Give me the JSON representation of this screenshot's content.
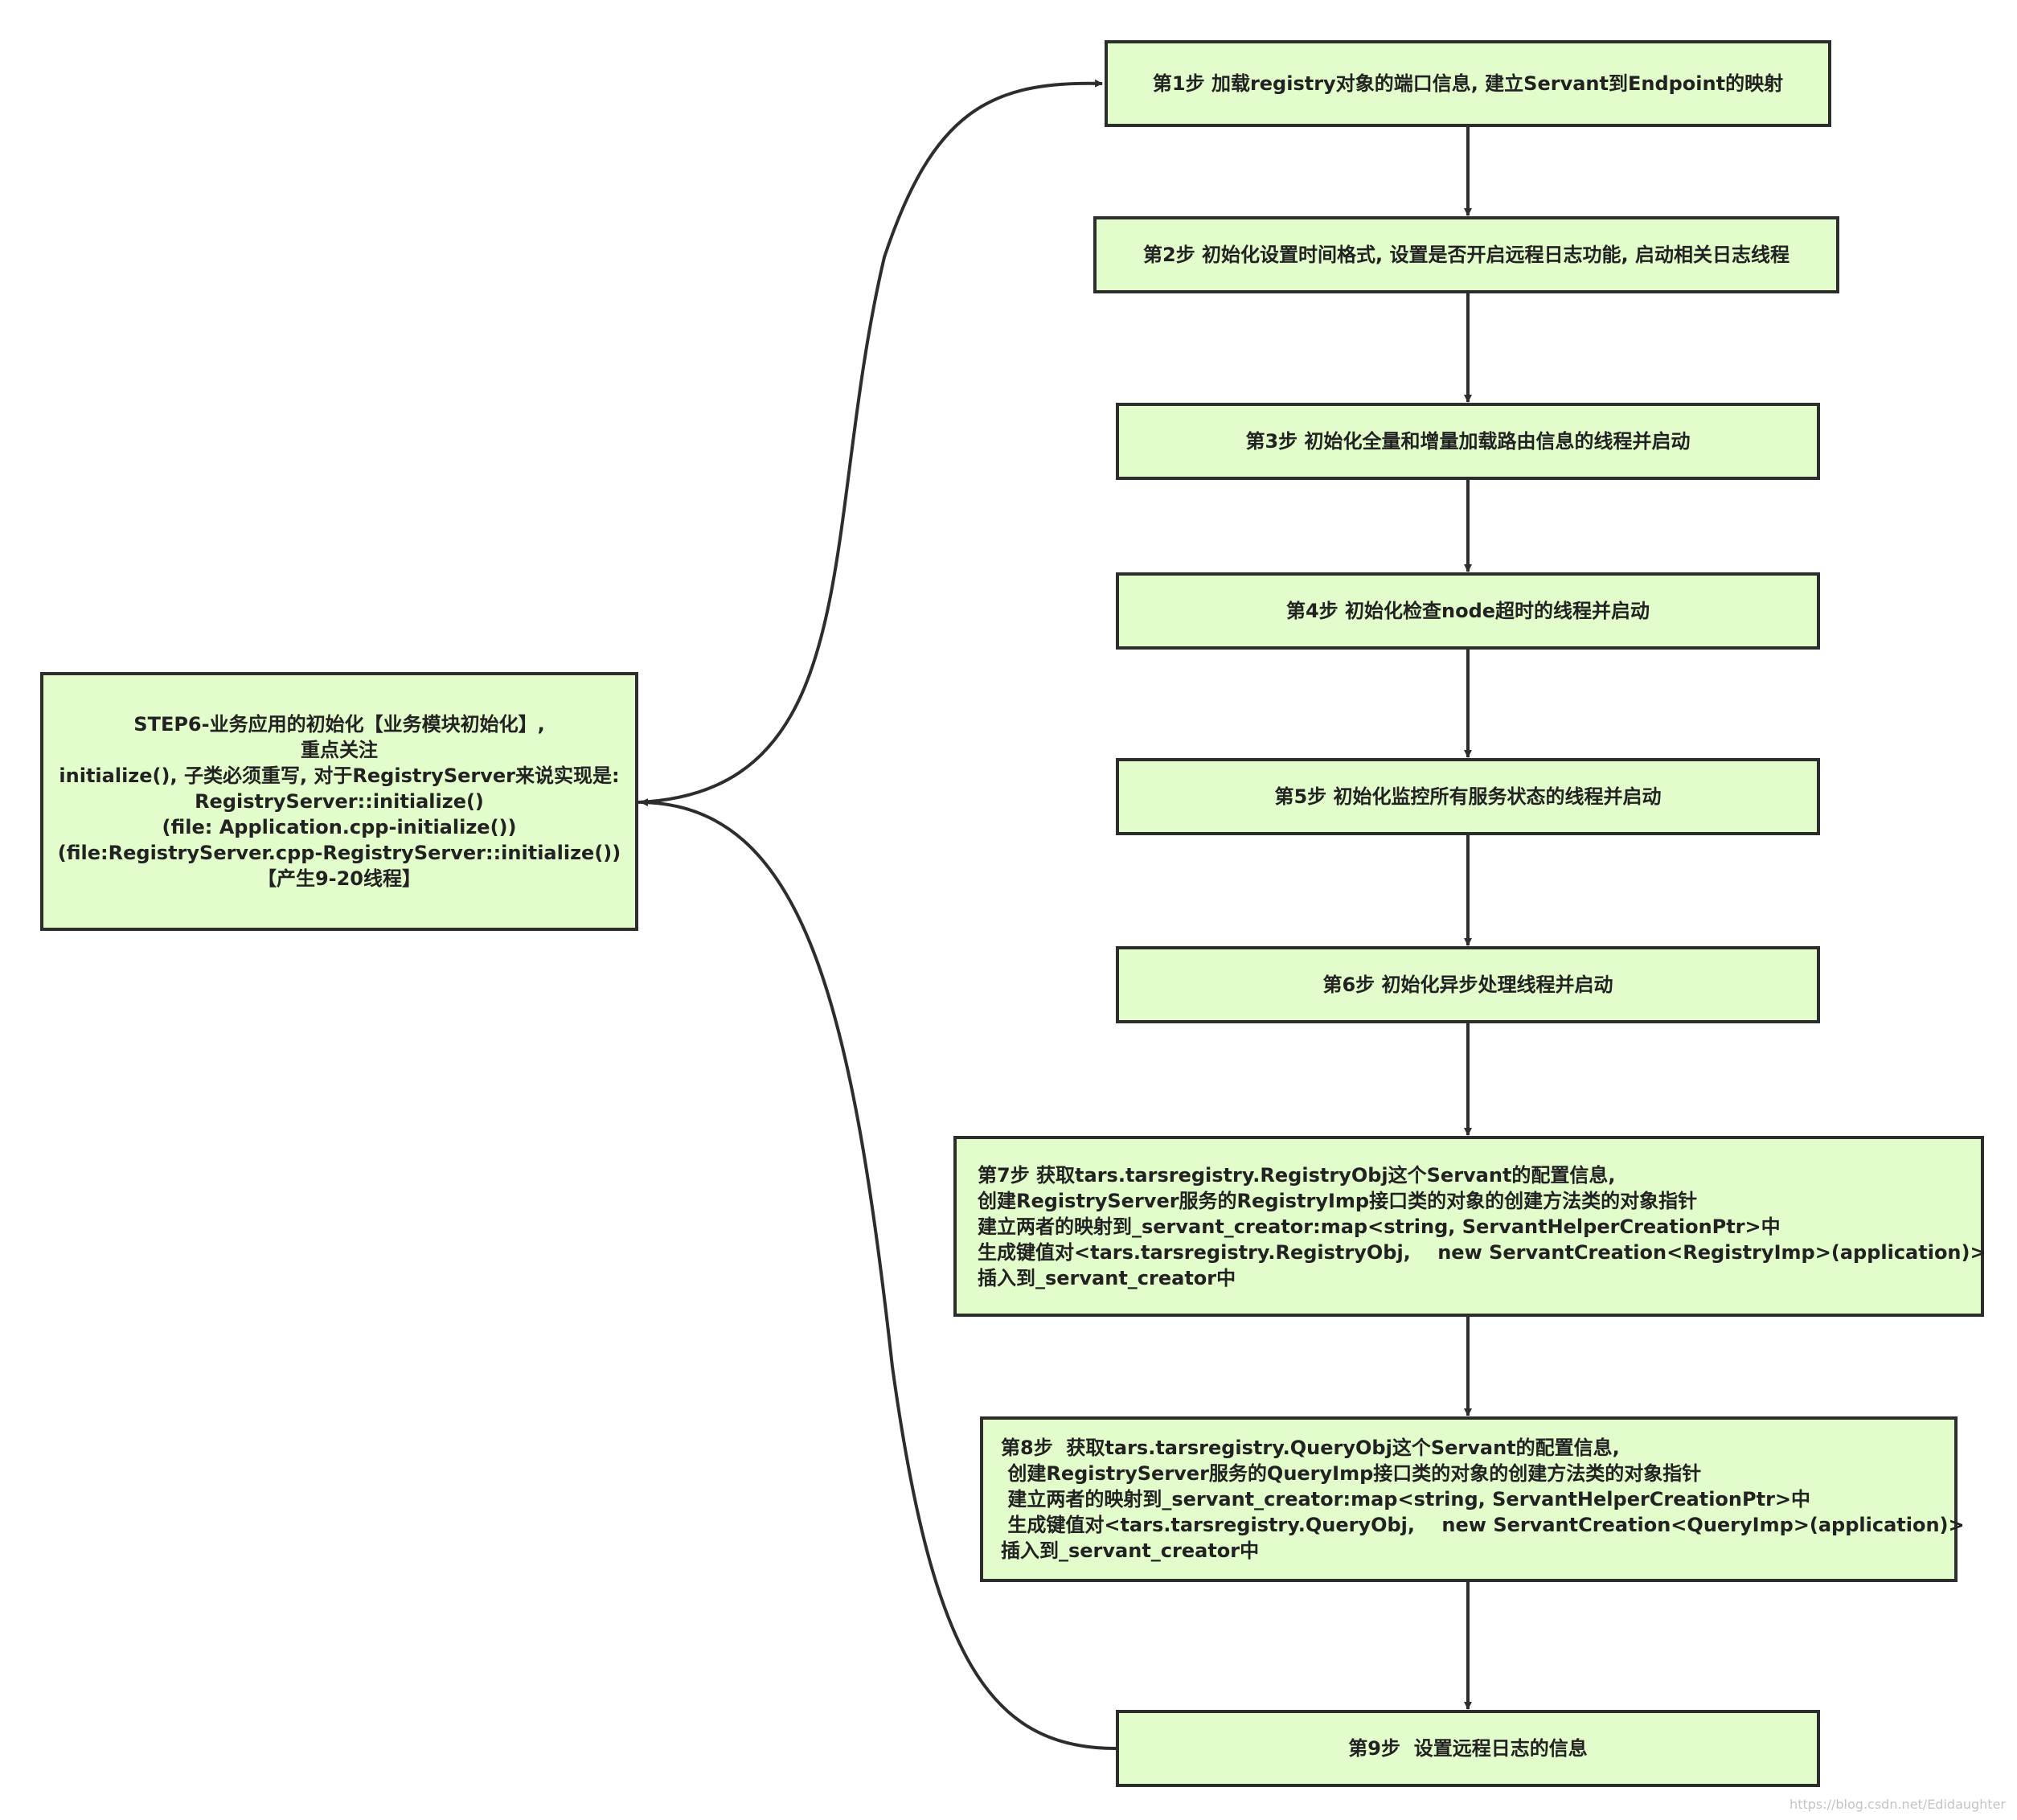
{
  "diagram": {
    "main_node": {
      "lines": [
        "STEP6-业务应用的初始化【业务模块初始化】,",
        "重点关注",
        "initialize(), 子类必须重写, 对于RegistryServer来说实现是:",
        "RegistryServer::initialize()",
        "(file: Application.cpp-initialize())",
        "(file:RegistryServer.cpp-RegistryServer::initialize())",
        "【产生9-20线程】"
      ]
    },
    "steps": [
      {
        "lines": [
          "第1步 加载registry对象的端口信息, 建立Servant到Endpoint的映射"
        ]
      },
      {
        "lines": [
          "第2步 初始化设置时间格式, 设置是否开启远程日志功能, 启动相关日志线程"
        ]
      },
      {
        "lines": [
          "第3步 初始化全量和增量加载路由信息的线程并启动"
        ]
      },
      {
        "lines": [
          "第4步 初始化检查node超时的线程并启动"
        ]
      },
      {
        "lines": [
          "第5步 初始化监控所有服务状态的线程并启动"
        ]
      },
      {
        "lines": [
          "第6步 初始化异步处理线程并启动"
        ]
      },
      {
        "lines": [
          "第7步 获取tars.tarsregistry.RegistryObj这个Servant的配置信息,",
          "创建RegistryServer服务的RegistryImp接口类的对象的创建方法类的对象指针",
          "建立两者的映射到_servant_creator:map<string, ServantHelperCreationPtr>中",
          "生成键值对<tars.tarsregistry.RegistryObj,    new ServantCreation<RegistryImp>(application)>",
          "插入到_servant_creator中"
        ]
      },
      {
        "lines": [
          "第8步  获取tars.tarsregistry.QueryObj这个Servant的配置信息,",
          " 创建RegistryServer服务的QueryImp接口类的对象的创建方法类的对象指针",
          " 建立两者的映射到_servant_creator:map<string, ServantHelperCreationPtr>中",
          " 生成键值对<tars.tarsregistry.QueryObj,    new ServantCreation<QueryImp>(application)>",
          "插入到_servant_creator中"
        ]
      },
      {
        "lines": [
          "第9步  设置远程日志的信息"
        ]
      }
    ],
    "watermark": "https://blog.csdn.net/Edidaughter",
    "colors": {
      "node_fill": "#e3fccc",
      "border": "#2d2d2d",
      "text": "#222222",
      "arrow": "#2d2d2d"
    }
  }
}
